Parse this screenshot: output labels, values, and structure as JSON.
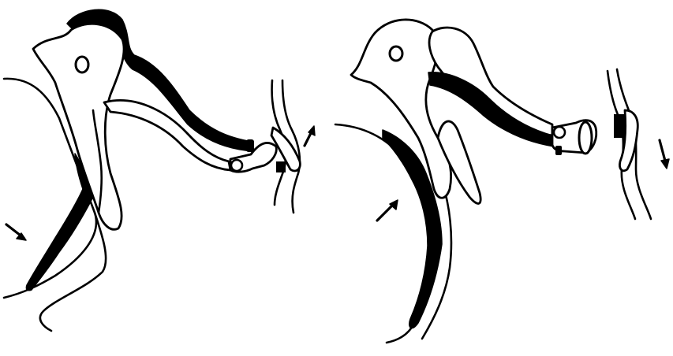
{
  "figure": {
    "panels": [
      {
        "id": "left",
        "arrows": [
          {
            "direction": "right-down"
          },
          {
            "direction": "up-right"
          }
        ]
      },
      {
        "id": "right",
        "arrows": [
          {
            "direction": "up-right"
          },
          {
            "direction": "down"
          }
        ]
      }
    ],
    "colors": {
      "ink": "#000000",
      "paper": "#ffffff"
    }
  }
}
